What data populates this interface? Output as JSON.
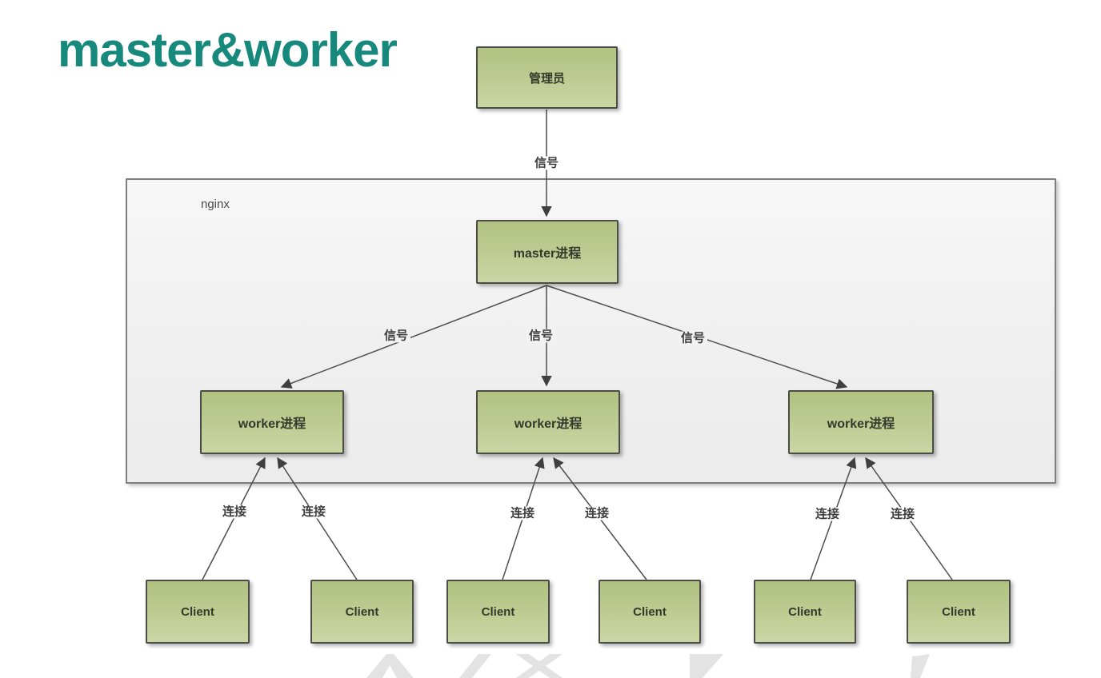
{
  "title": "master&worker",
  "container": {
    "label": "nginx"
  },
  "nodes": {
    "admin": {
      "label": "管理员"
    },
    "master": {
      "label": "master进程"
    },
    "workers": [
      {
        "label": "worker进程"
      },
      {
        "label": "worker进程"
      },
      {
        "label": "worker进程"
      }
    ],
    "clients": [
      {
        "label": "Client"
      },
      {
        "label": "Client"
      },
      {
        "label": "Client"
      },
      {
        "label": "Client"
      },
      {
        "label": "Client"
      },
      {
        "label": "Client"
      }
    ]
  },
  "edges": {
    "signal_label": "信号",
    "connect_label": "连接"
  },
  "colors": {
    "title": "#16897c",
    "node_fill_top": "#b1c281",
    "node_fill_bottom": "#cad6a4",
    "node_border": "#4c4c49",
    "container_fill": "#f2f2f2",
    "container_border": "#7f7f7f",
    "line": "#4d4d4d",
    "watermark": "#e3e3e3"
  }
}
